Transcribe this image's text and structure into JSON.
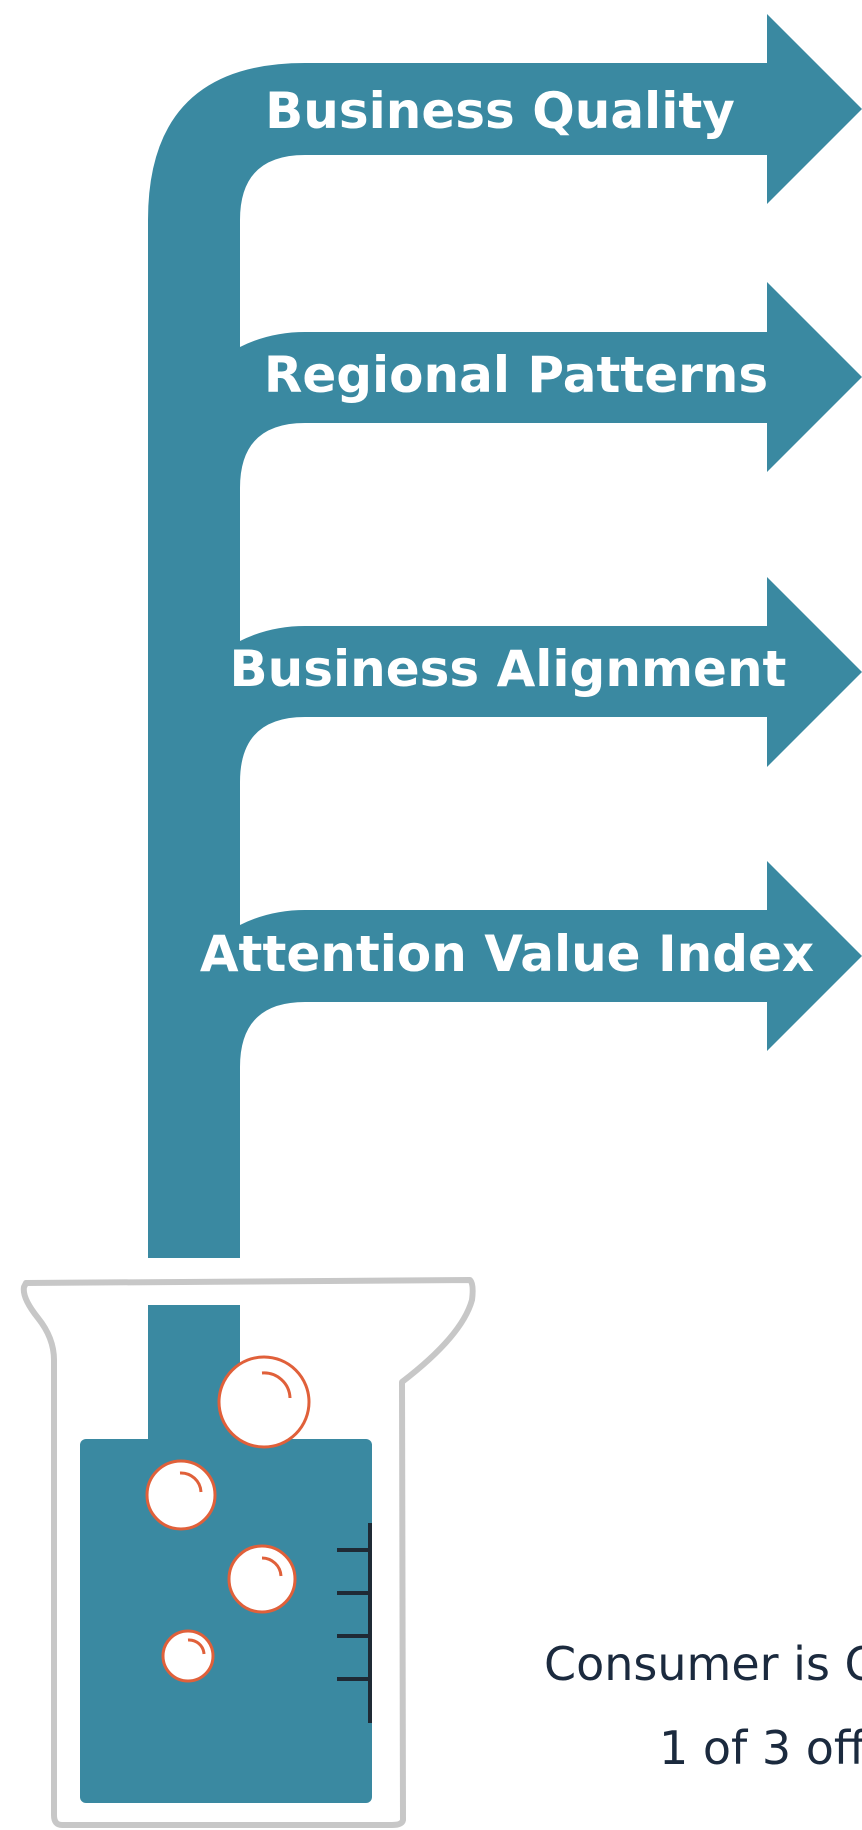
{
  "colors": {
    "pipe": "#3a89a1",
    "bubble_stroke": "#e0603a",
    "beaker_outline": "#c7c7c7",
    "tick": "#1f2a35",
    "caption": "#1b2a3e"
  },
  "branches": [
    {
      "label": "Business Quality"
    },
    {
      "label": "Regional Patterns"
    },
    {
      "label": "Business Alignment"
    },
    {
      "label": "Attention Value Index"
    }
  ],
  "caption": {
    "line1": "Consumer is C",
    "line2": "1 of 3 off"
  },
  "icons": [
    "right-arrow-icon",
    "beaker-icon",
    "bubble-icon",
    "measurement-tick-icon"
  ]
}
